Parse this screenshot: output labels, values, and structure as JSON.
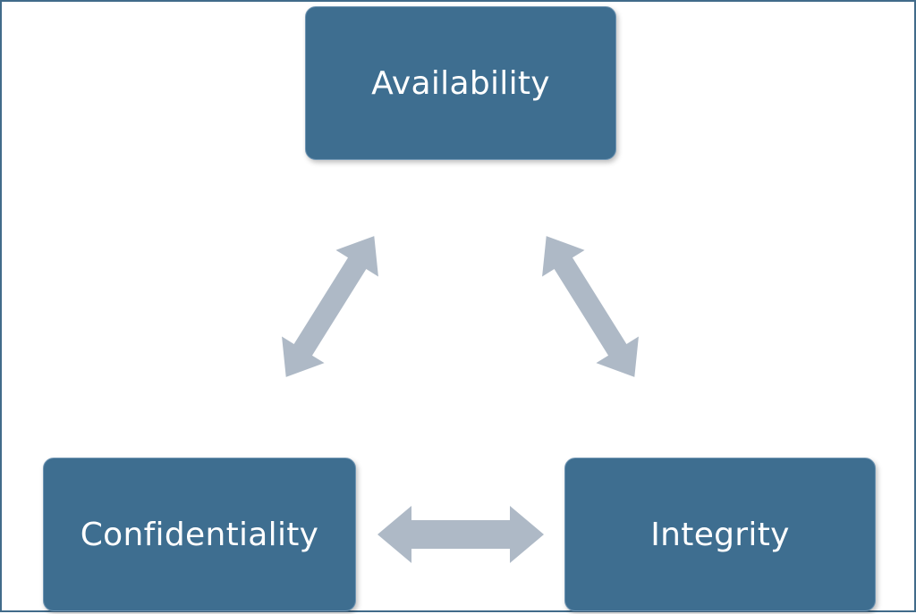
{
  "diagram": {
    "nodes": {
      "top": "Availability",
      "left": "Confidentiality",
      "right": "Integrity"
    },
    "colors": {
      "node_fill": "#3e6e90",
      "node_text": "#ffffff",
      "arrow_fill": "#aeb9c6",
      "frame_border": "#416b8a"
    },
    "arrows": [
      "double-arrow",
      "double-arrow",
      "double-arrow"
    ]
  }
}
